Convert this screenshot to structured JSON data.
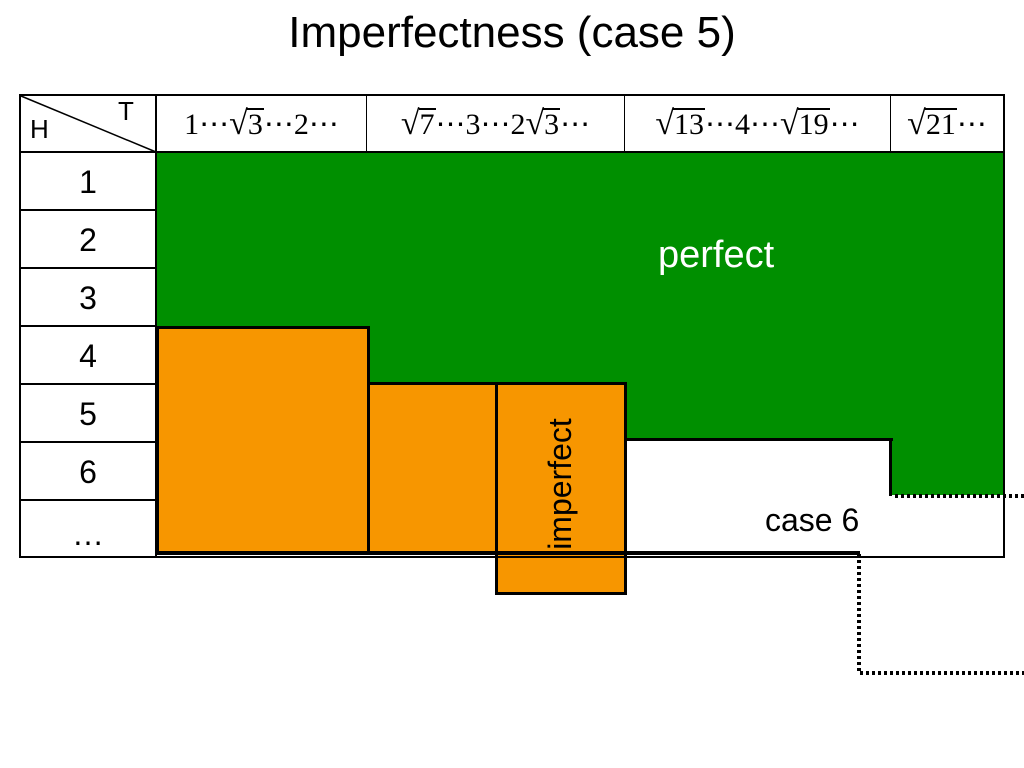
{
  "title": "Imperfectness (case 5)",
  "table": {
    "corner_h": "H",
    "corner_t": "T",
    "rows": [
      "1",
      "2",
      "3",
      "4",
      "5",
      "6",
      "…"
    ],
    "columns": [
      [
        {
          "t": "1⋯"
        },
        {
          "r": "3"
        },
        {
          "t": "⋯2⋯"
        }
      ],
      [
        {
          "r": "7"
        },
        {
          "t": "⋯3⋯2"
        },
        {
          "r": "3"
        },
        {
          "t": "⋯"
        }
      ],
      [
        {
          "r": "13"
        },
        {
          "t": "⋯4⋯"
        },
        {
          "r": "19"
        },
        {
          "t": "⋯"
        }
      ],
      [
        {
          "r": "21"
        },
        {
          "t": "⋯"
        }
      ]
    ]
  },
  "regions": {
    "perfect_label": "perfect",
    "imperfect_label": "imperfect",
    "case6_label": "case 6"
  },
  "colors": {
    "perfect": "#008f00",
    "imperfect": "#f79600",
    "border": "#000000"
  }
}
